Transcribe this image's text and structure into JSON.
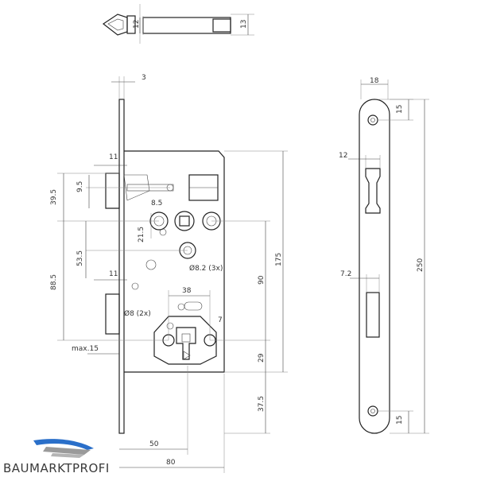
{
  "brand": {
    "name": "BAUMARKTPROFI",
    "colors": {
      "blue": "#2a6fc9",
      "grey": "#9a9a9a",
      "text": "#3a3a3a"
    }
  },
  "top_view": {
    "dims": {
      "left_height": "12",
      "right_height": "13"
    }
  },
  "side_view": {
    "dims": {
      "faceplate_thickness": "3",
      "latch_offset": "11",
      "latch_to_follower": "9.5",
      "top_to_follower": "39.5",
      "follower_square": "8.5",
      "follower_to_spindle": "21.5",
      "spindle_offset": "53.5",
      "hole_diameter_3x": "Ø8.2 (3x)",
      "follower_to_cylinder": "88.5",
      "bolt_offset": "11",
      "cylinder_width": "38",
      "hole_diameter_2x": "Ø8 (2x)",
      "cylinder_square": "7",
      "bolt_projection": "max.15",
      "height_90": "90",
      "height_175": "175",
      "height_29": "29",
      "bottom_37_5": "37.5",
      "backset_50": "50",
      "depth_80": "80"
    }
  },
  "front_view": {
    "dims": {
      "plate_width": "18",
      "top_hole": "15",
      "latch_slot_width": "12",
      "bolt_slot_width": "7.2",
      "plate_length": "250",
      "bottom_hole": "15"
    }
  }
}
